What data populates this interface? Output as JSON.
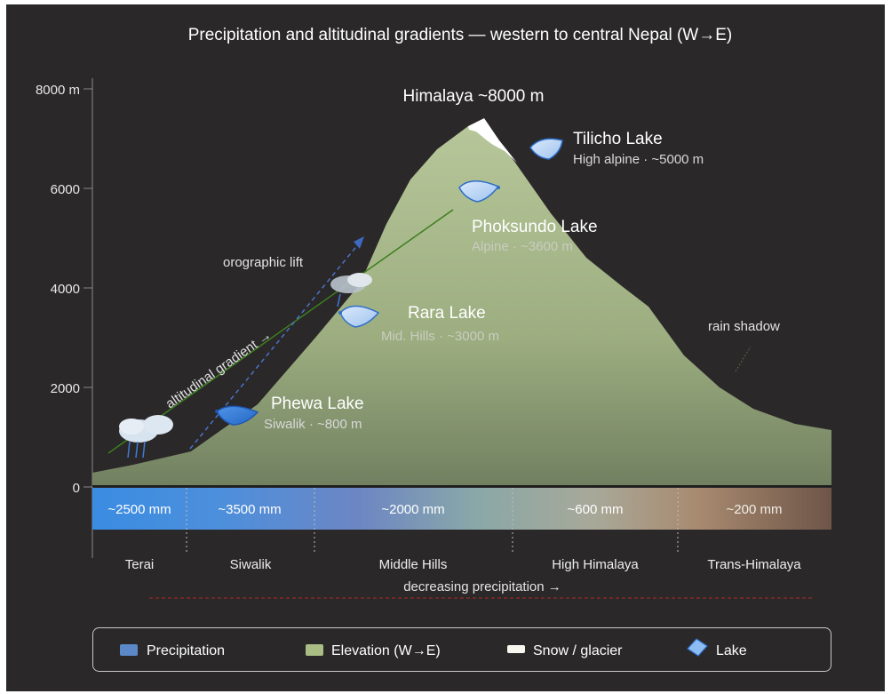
{
  "title": "Precipitation and altitudinal gradients — western to central Nepal (W→E)",
  "axis": {
    "y_ticks": [
      "8000 m",
      "6000",
      "4000",
      "2000",
      "0"
    ]
  },
  "peak_label": "Himalaya ~8000 m",
  "lakes": [
    {
      "name": "Tilicho Lake",
      "sub": "High alpine · ~5000 m"
    },
    {
      "name": "Phoksundo Lake",
      "sub": "Alpine · ~3600 m"
    },
    {
      "name": "Rara Lake",
      "sub": "Mid. Hills · ~3000 m"
    },
    {
      "name": "Phewa Lake",
      "sub": "Siwalik · ~800 m"
    }
  ],
  "annotations": {
    "orographic": "orographic lift",
    "gradient": "altitudinal gradient →",
    "rain_shadow": "rain shadow",
    "decreasing": "decreasing precipitation →"
  },
  "precip_band": [
    "~2500 mm",
    "~3500 mm",
    "~2000 mm",
    "~600 mm",
    "~200 mm"
  ],
  "zones": [
    "Terai",
    "Siwalik",
    "Middle Hills",
    "High Himalaya",
    "Trans-Himalaya"
  ],
  "legend": [
    "Precipitation",
    "Elevation (W→E)",
    "Snow / glacier",
    "Lake"
  ],
  "colors": {
    "background": "#2a2829",
    "terrain_top": "#b1c193",
    "terrain_bottom": "#6e7d5c",
    "precip_wet": "#3d8ee4",
    "precip_dry": "#7a5e4e",
    "lake": "#2f78d4",
    "snow": "#ffffff",
    "dashed_red": "#b82c2c"
  }
}
